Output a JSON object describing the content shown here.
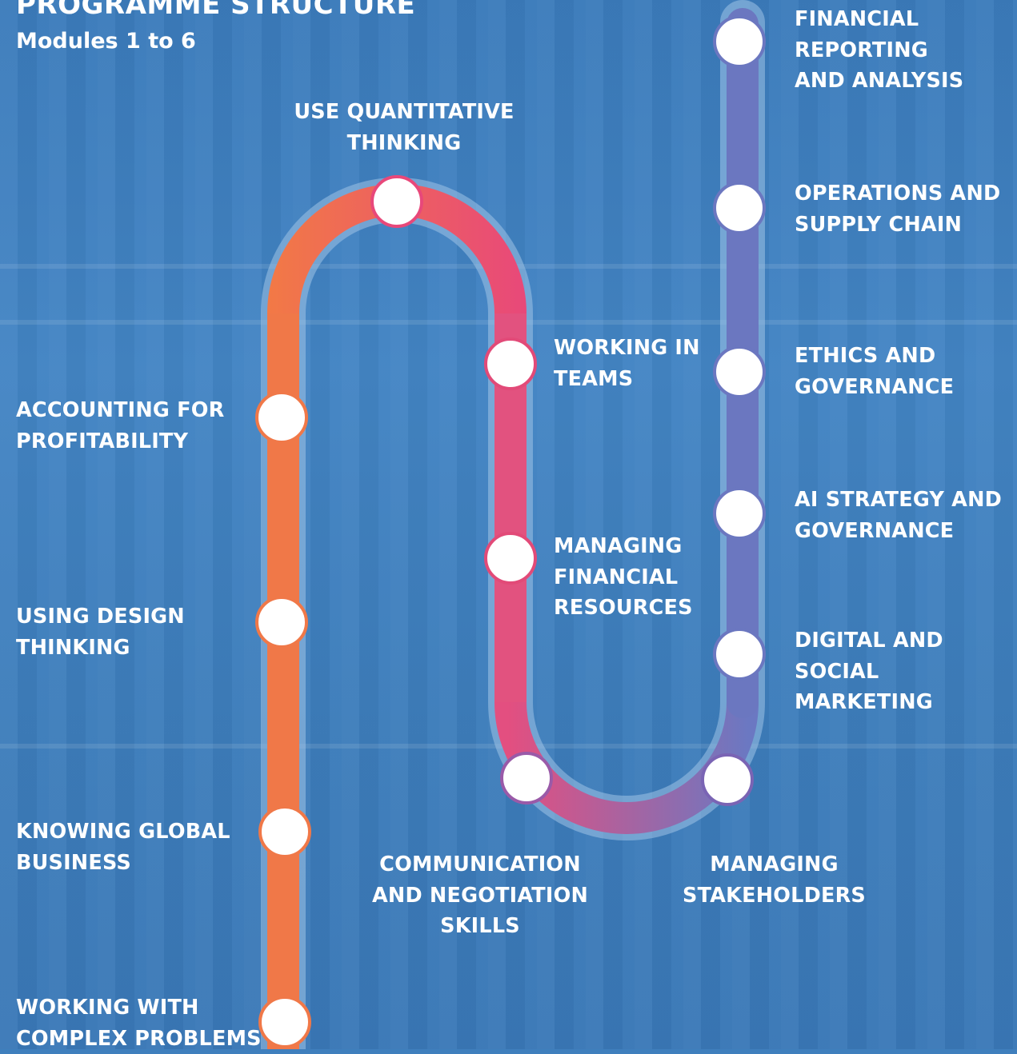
{
  "header": {
    "title": "PROGRAMME STRUCTURE",
    "subtitle": "Modules 1 to 6"
  },
  "colors": {
    "background": "#3f7fbd",
    "track_orange": "#f07848",
    "track_pink": "#e84f78",
    "track_purple": "#6b77c0",
    "node_fill": "#ffffff"
  },
  "modules": [
    {
      "label": "WORKING WITH\nCOMPLEX PROBLEMS"
    },
    {
      "label": "KNOWING GLOBAL\nBUSINESS"
    },
    {
      "label": "USING DESIGN\nTHINKING"
    },
    {
      "label": "ACCOUNTING FOR\nPROFITABILITY"
    },
    {
      "label": "USE QUANTITATIVE\nTHINKING"
    },
    {
      "label": "WORKING IN\nTEAMS"
    },
    {
      "label": "MANAGING\nFINANCIAL\nRESOURCES"
    },
    {
      "label": "COMMUNICATION\nAND NEGOTIATION\nSKILLS"
    },
    {
      "label": "MANAGING\nSTAKEHOLDERS"
    },
    {
      "label": "DIGITAL AND\nSOCIAL MARKETING"
    },
    {
      "label": "AI STRATEGY AND\nGOVERNANCE"
    },
    {
      "label": "ETHICS AND\nGOVERNANCE"
    },
    {
      "label": "OPERATIONS AND\nSUPPLY CHAIN"
    },
    {
      "label": "FINANCIAL\nREPORTING\nAND ANALYSIS"
    }
  ]
}
